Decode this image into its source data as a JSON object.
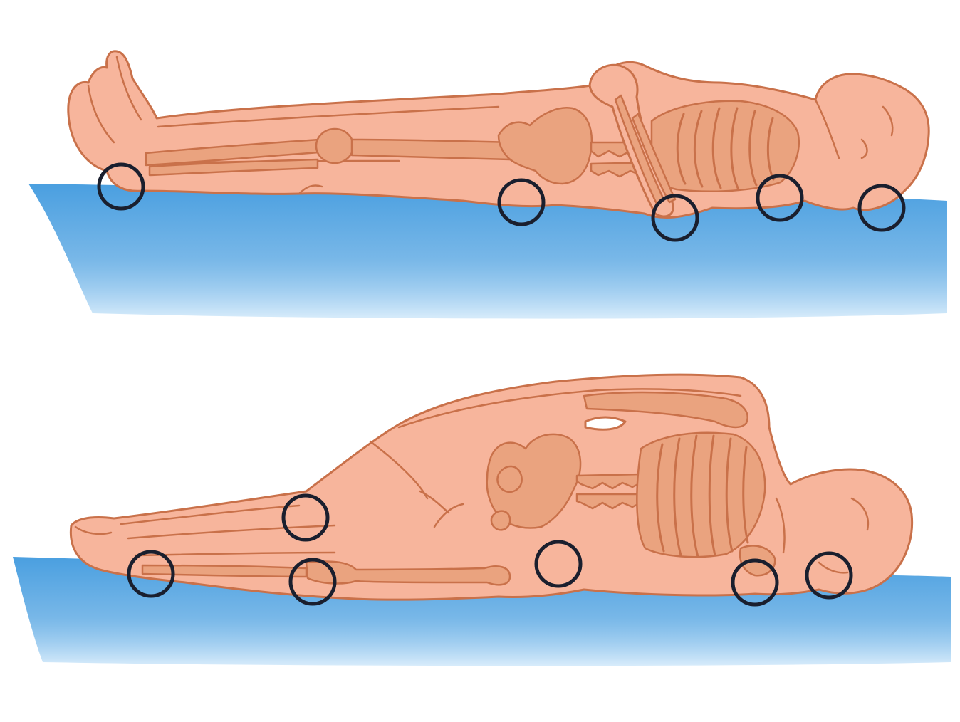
{
  "figure": {
    "background": "#ffffff",
    "colors": {
      "mattress_dark": "#4a9fe0",
      "mattress_light": "#d8ecfb",
      "skin": "#f7b59c",
      "bone": "#eaa37f",
      "outline": "#c9714a",
      "marker_circle": "#1a1f2e"
    },
    "panels": [
      {
        "position": "supine",
        "pressure_points": [
          "heel",
          "sacrum",
          "elbow",
          "scapula",
          "occiput"
        ]
      },
      {
        "position": "lateral",
        "pressure_points": [
          "ankle",
          "medial-knee",
          "lateral-knee",
          "hip",
          "shoulder",
          "ear"
        ]
      }
    ]
  }
}
